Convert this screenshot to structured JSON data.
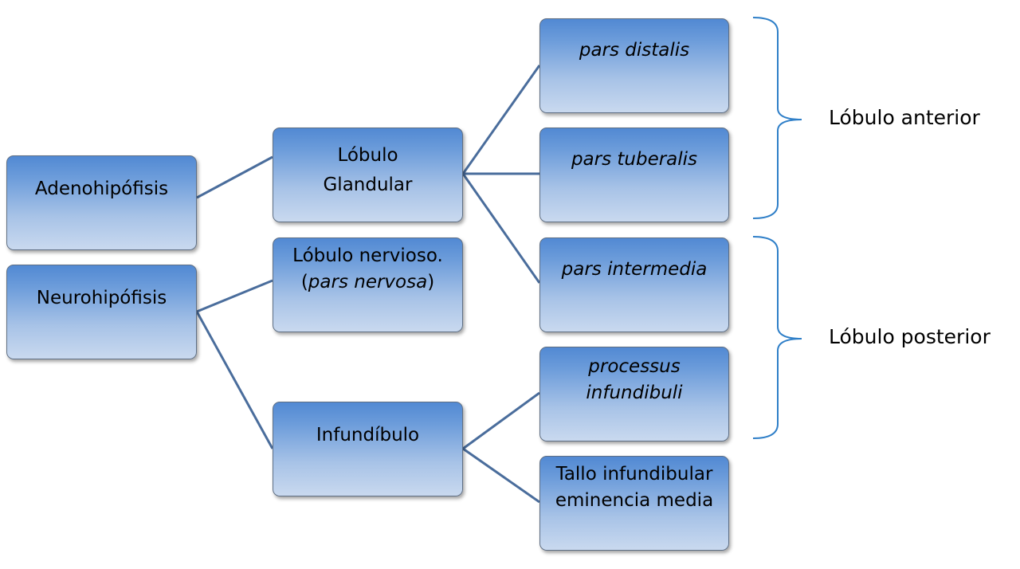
{
  "nodes": {
    "adenohipofisis": "Adenohipófisis",
    "neurohipofisis": "Neurohipófisis",
    "lobulo_glandular": {
      "line1": "Lóbulo",
      "line2": "Glandular"
    },
    "lobulo_nervioso": {
      "line1": "Lóbulo nervioso.",
      "paren_open": "(",
      "italic": "pars nervosa",
      "paren_close": ")"
    },
    "infundibulo": "Infundíbulo",
    "pars_distalis": "pars distalis",
    "pars_tuberalis": "pars tuberalis",
    "pars_intermedia": "pars intermedia",
    "processus_infundibuli": {
      "line1": "processus",
      "line2": "infundibuli"
    },
    "tallo_infundibular": {
      "line1": "Tallo infundibular",
      "line2": "eminencia media"
    }
  },
  "labels": {
    "lobulo_anterior": "Lóbulo anterior",
    "lobulo_posterior": "Lóbulo posterior"
  },
  "colors": {
    "connector": "#4a6d9c",
    "bracket": "#2f7fc8"
  }
}
